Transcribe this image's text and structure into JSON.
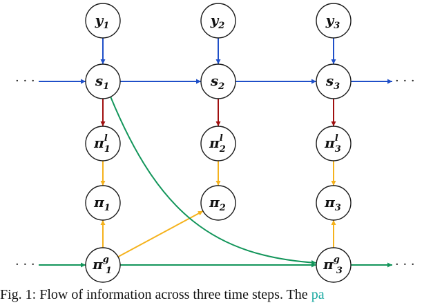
{
  "colors": {
    "blue": "#1f4fc8",
    "red": "#a00f0f",
    "orange": "#f5b21c",
    "green": "#12955a"
  },
  "nodes": [
    {
      "id": "y1",
      "base": "y",
      "sub": "1",
      "sup": ""
    },
    {
      "id": "y2",
      "base": "y",
      "sub": "2",
      "sup": ""
    },
    {
      "id": "y3",
      "base": "y",
      "sub": "3",
      "sup": ""
    },
    {
      "id": "s1",
      "base": "s",
      "sub": "1",
      "sup": ""
    },
    {
      "id": "s2",
      "base": "s",
      "sub": "2",
      "sup": ""
    },
    {
      "id": "s3",
      "base": "s",
      "sub": "3",
      "sup": ""
    },
    {
      "id": "pil1",
      "base": "π",
      "sub": "1",
      "sup": "l"
    },
    {
      "id": "pil2",
      "base": "π",
      "sub": "2",
      "sup": "l"
    },
    {
      "id": "pil3",
      "base": "π",
      "sub": "3",
      "sup": "l"
    },
    {
      "id": "pi1",
      "base": "π",
      "sub": "1",
      "sup": ""
    },
    {
      "id": "pi2",
      "base": "π",
      "sub": "2",
      "sup": ""
    },
    {
      "id": "pi3",
      "base": "π",
      "sub": "3",
      "sup": ""
    },
    {
      "id": "pig1",
      "base": "π",
      "sub": "1",
      "sup": "g"
    },
    {
      "id": "pig3",
      "base": "π",
      "sub": "3",
      "sup": "g"
    }
  ],
  "edges": [
    {
      "from": "y1",
      "to": "s1",
      "color": "blue"
    },
    {
      "from": "y2",
      "to": "s2",
      "color": "blue"
    },
    {
      "from": "y3",
      "to": "s3",
      "color": "blue"
    },
    {
      "from": "s1",
      "to": "s2",
      "color": "blue"
    },
    {
      "from": "s2",
      "to": "s3",
      "color": "blue"
    },
    {
      "from": "s1",
      "to": "pil1",
      "color": "red"
    },
    {
      "from": "s2",
      "to": "pil2",
      "color": "red"
    },
    {
      "from": "s3",
      "to": "pil3",
      "color": "red"
    },
    {
      "from": "pil1",
      "to": "pi1",
      "color": "orange"
    },
    {
      "from": "pil2",
      "to": "pi2",
      "color": "orange"
    },
    {
      "from": "pil3",
      "to": "pi3",
      "color": "orange"
    },
    {
      "from": "pig1",
      "to": "pi1",
      "color": "orange"
    },
    {
      "from": "pig1",
      "to": "pi2",
      "color": "orange"
    },
    {
      "from": "pig3",
      "to": "pi3",
      "color": "orange"
    },
    {
      "from": "s1",
      "to": "pig3",
      "color": "green",
      "curved": true
    },
    {
      "from": "pig1",
      "to": "pig3",
      "color": "green"
    }
  ],
  "ellipsis": "· · ·",
  "caption": {
    "prefix": "Fig. 1: Flow of information across three time steps. The ",
    "highlight": "pa"
  }
}
